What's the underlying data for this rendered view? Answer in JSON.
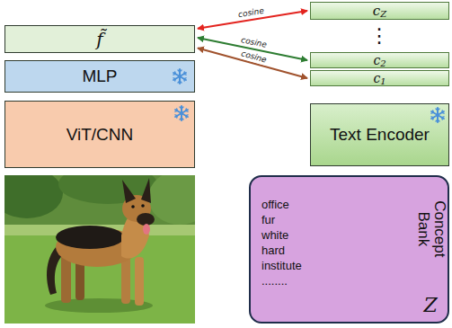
{
  "diagram": {
    "nodes": [
      {
        "text": [
          "f̃"
        ]
      },
      {
        "text": [
          "MLP"
        ]
      },
      {
        "text": [
          "ViT/CNN"
        ]
      },
      {
        "text": [
          "c",
          "Z"
        ]
      },
      {
        "text": [
          "c",
          "2"
        ]
      },
      {
        "text": [
          "c",
          "1"
        ]
      },
      {
        "text": [
          "Text Encoder"
        ]
      },
      {
        "text": [
          "Concept Bank",
          "Z",
          "office fur white hard institute ........"
        ]
      }
    ],
    "edges": [
      {
        "from": 0,
        "to": 3,
        "label": "cosine",
        "arrow": "both"
      },
      {
        "from": 0,
        "to": 4,
        "label": "cosine",
        "arrow": "both"
      },
      {
        "from": 0,
        "to": 5,
        "label": "cosine",
        "arrow": "both"
      }
    ],
    "labels": [
      "⋮"
    ]
  }
}
